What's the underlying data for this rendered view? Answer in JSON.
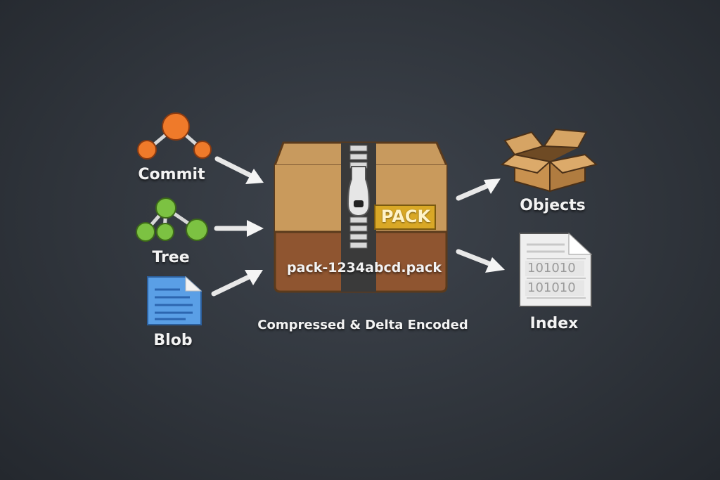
{
  "diagram": {
    "inputs": [
      {
        "label": "Commit",
        "icon": "commit-graph-icon",
        "color": "#ef7a2a"
      },
      {
        "label": "Tree",
        "icon": "tree-graph-icon",
        "color": "#7cc242"
      },
      {
        "label": "Blob",
        "icon": "blob-document-icon",
        "color": "#4a90d9"
      }
    ],
    "pack": {
      "badge": "PACK",
      "filename": "pack-1234abcd.pack",
      "caption": "Compressed & Delta Encoded",
      "badge_color": "#d9a826"
    },
    "outputs": [
      {
        "label": "Objects",
        "icon": "open-box-icon"
      },
      {
        "label": "Index",
        "icon": "index-file-icon",
        "lines": [
          "101010",
          "101010"
        ]
      }
    ]
  }
}
